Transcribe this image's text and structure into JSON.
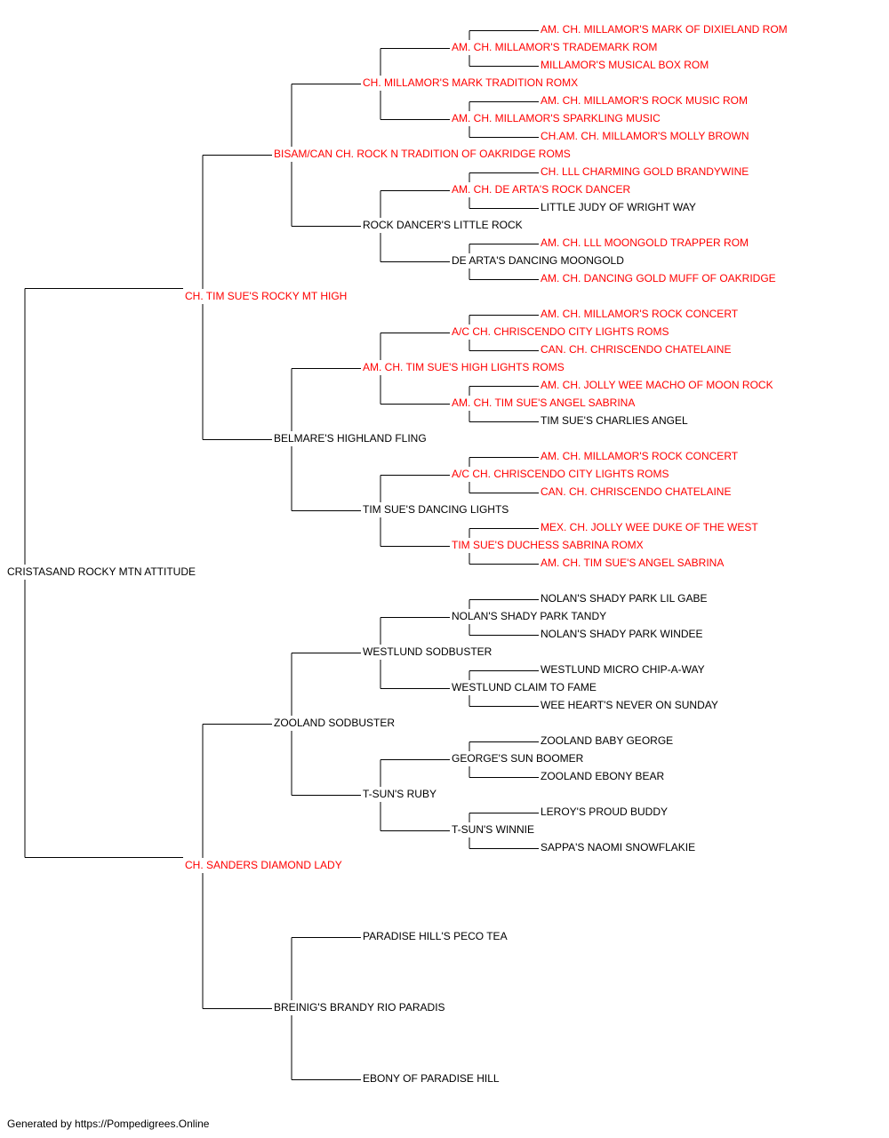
{
  "colors": {
    "champion": "#ff0000",
    "regular": "#000000",
    "line": "#000000"
  },
  "subject": {
    "name": "CRISTASAND ROCKY MTN ATTITUDE",
    "champion": false
  },
  "sire": {
    "name": "CH. TIM SUE'S ROCKY MT HIGH",
    "champion": true,
    "sire": {
      "name": "BISAM/CAN CH. ROCK N TRADITION OF OAKRIDGE ROMS",
      "champion": true,
      "sire": {
        "name": "CH. MILLAMOR'S MARK TRADITION ROMX",
        "champion": true,
        "sire": {
          "name": "AM. CH. MILLAMOR'S TRADEMARK ROM",
          "champion": true,
          "sire": {
            "name": "AM. CH. MILLAMOR'S MARK OF DIXIELAND ROM",
            "champion": true
          },
          "dam": {
            "name": "MILLAMOR'S MUSICAL BOX ROM",
            "champion": true
          }
        },
        "dam": {
          "name": "AM. CH. MILLAMOR'S SPARKLING MUSIC",
          "champion": true,
          "sire": {
            "name": "AM. CH. MILLAMOR'S ROCK MUSIC ROM",
            "champion": true
          },
          "dam": {
            "name": "CH.AM. CH. MILLAMOR'S MOLLY BROWN",
            "champion": true
          }
        }
      },
      "dam": {
        "name": "ROCK DANCER'S LITTLE ROCK",
        "champion": false,
        "sire": {
          "name": "AM. CH. DE ARTA'S ROCK DANCER",
          "champion": true,
          "sire": {
            "name": "CH. LLL CHARMING GOLD BRANDYWINE",
            "champion": true
          },
          "dam": {
            "name": "LITTLE JUDY OF WRIGHT WAY",
            "champion": false
          }
        },
        "dam": {
          "name": "DE ARTA'S DANCING MOONGOLD",
          "champion": false,
          "sire": {
            "name": "AM. CH. LLL MOONGOLD TRAPPER ROM",
            "champion": true
          },
          "dam": {
            "name": "AM. CH. DANCING GOLD MUFF OF OAKRIDGE",
            "champion": true
          }
        }
      }
    },
    "dam": {
      "name": "BELMARE'S HIGHLAND FLING",
      "champion": false,
      "sire": {
        "name": "AM. CH. TIM SUE'S HIGH LIGHTS ROMS",
        "champion": true,
        "sire": {
          "name": "A/C CH. CHRISCENDO CITY LIGHTS ROMS",
          "champion": true,
          "sire": {
            "name": "AM. CH. MILLAMOR'S ROCK CONCERT",
            "champion": true
          },
          "dam": {
            "name": "CAN. CH. CHRISCENDO CHATELAINE",
            "champion": true
          }
        },
        "dam": {
          "name": "AM. CH. TIM SUE'S ANGEL SABRINA",
          "champion": true,
          "sire": {
            "name": "AM. CH. JOLLY WEE MACHO OF MOON ROCK",
            "champion": true
          },
          "dam": {
            "name": "TIM SUE'S CHARLIES ANGEL",
            "champion": false
          }
        }
      },
      "dam": {
        "name": "TIM SUE'S DANCING LIGHTS",
        "champion": false,
        "sire": {
          "name": "A/C CH. CHRISCENDO CITY LIGHTS ROMS",
          "champion": true,
          "sire": {
            "name": "AM. CH. MILLAMOR'S ROCK CONCERT",
            "champion": true
          },
          "dam": {
            "name": "CAN. CH. CHRISCENDO CHATELAINE",
            "champion": true
          }
        },
        "dam": {
          "name": "TIM SUE'S DUCHESS SABRINA ROMX",
          "champion": true,
          "sire": {
            "name": "MEX. CH. JOLLY WEE DUKE OF THE WEST",
            "champion": true
          },
          "dam": {
            "name": "AM. CH. TIM SUE'S ANGEL SABRINA",
            "champion": true
          }
        }
      }
    }
  },
  "dam": {
    "name": "CH. SANDERS DIAMOND LADY",
    "champion": true,
    "sire": {
      "name": "ZOOLAND SODBUSTER",
      "champion": false,
      "sire": {
        "name": "WESTLUND SODBUSTER",
        "champion": false,
        "sire": {
          "name": "NOLAN'S SHADY PARK TANDY",
          "champion": false,
          "sire": {
            "name": "NOLAN'S SHADY PARK LIL GABE",
            "champion": false
          },
          "dam": {
            "name": "NOLAN'S SHADY PARK WINDEE",
            "champion": false
          }
        },
        "dam": {
          "name": "WESTLUND CLAIM TO FAME",
          "champion": false,
          "sire": {
            "name": "WESTLUND MICRO CHIP-A-WAY",
            "champion": false
          },
          "dam": {
            "name": "WEE HEART'S NEVER ON SUNDAY",
            "champion": false
          }
        }
      },
      "dam": {
        "name": "T-SUN'S RUBY",
        "champion": false,
        "sire": {
          "name": "GEORGE'S SUN BOOMER",
          "champion": false,
          "sire": {
            "name": "ZOOLAND BABY GEORGE",
            "champion": false
          },
          "dam": {
            "name": "ZOOLAND EBONY BEAR",
            "champion": false
          }
        },
        "dam": {
          "name": "T-SUN'S WINNIE",
          "champion": false,
          "sire": {
            "name": "LEROY'S PROUD BUDDY",
            "champion": false
          },
          "dam": {
            "name": "SAPPA'S NAOMI SNOWFLAKIE",
            "champion": false
          }
        }
      }
    },
    "dam": {
      "name": "BREINIG'S BRANDY RIO PARADIS",
      "champion": false,
      "sire": {
        "name": "PARADISE HILL'S PECO TEA",
        "champion": false
      },
      "dam": {
        "name": "EBONY OF PARADISE HILL",
        "champion": false
      }
    }
  },
  "footer": {
    "text": "Generated by https://Pompedigrees.Online"
  }
}
